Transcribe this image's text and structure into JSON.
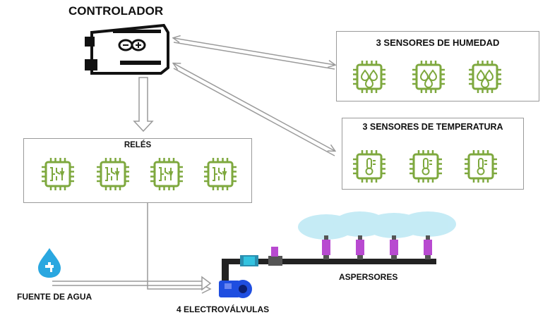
{
  "controller": {
    "title": "CONTROLADOR",
    "icon": "arduino-board-icon"
  },
  "humidity": {
    "title": "3 SENSORES DE HUMEDAD",
    "count": 3,
    "icon": "humidity-sensor-chip-icon"
  },
  "temperature": {
    "title": "3 SENSORES DE TEMPERATURA",
    "count": 3,
    "icon": "temperature-sensor-chip-icon"
  },
  "relays": {
    "title": "RELÉS",
    "count": 4,
    "icon": "relay-chip-icon"
  },
  "water_source": {
    "label": "FUENTE DE AGUA",
    "icon": "water-tap-icon"
  },
  "valves": {
    "label": "4 ELECTROVÁLVULAS"
  },
  "sprinklers": {
    "label": "ASPERSORES",
    "count": 4
  },
  "colors": {
    "chip_green": "#7ea83e",
    "arrow_gray": "#9a9a9a",
    "water_blue": "#2aa7e0",
    "sprinkler_purple": "#b84ad0",
    "pump_blue": "#1f4ee0",
    "spray_cyan": "#bfe9f5"
  }
}
